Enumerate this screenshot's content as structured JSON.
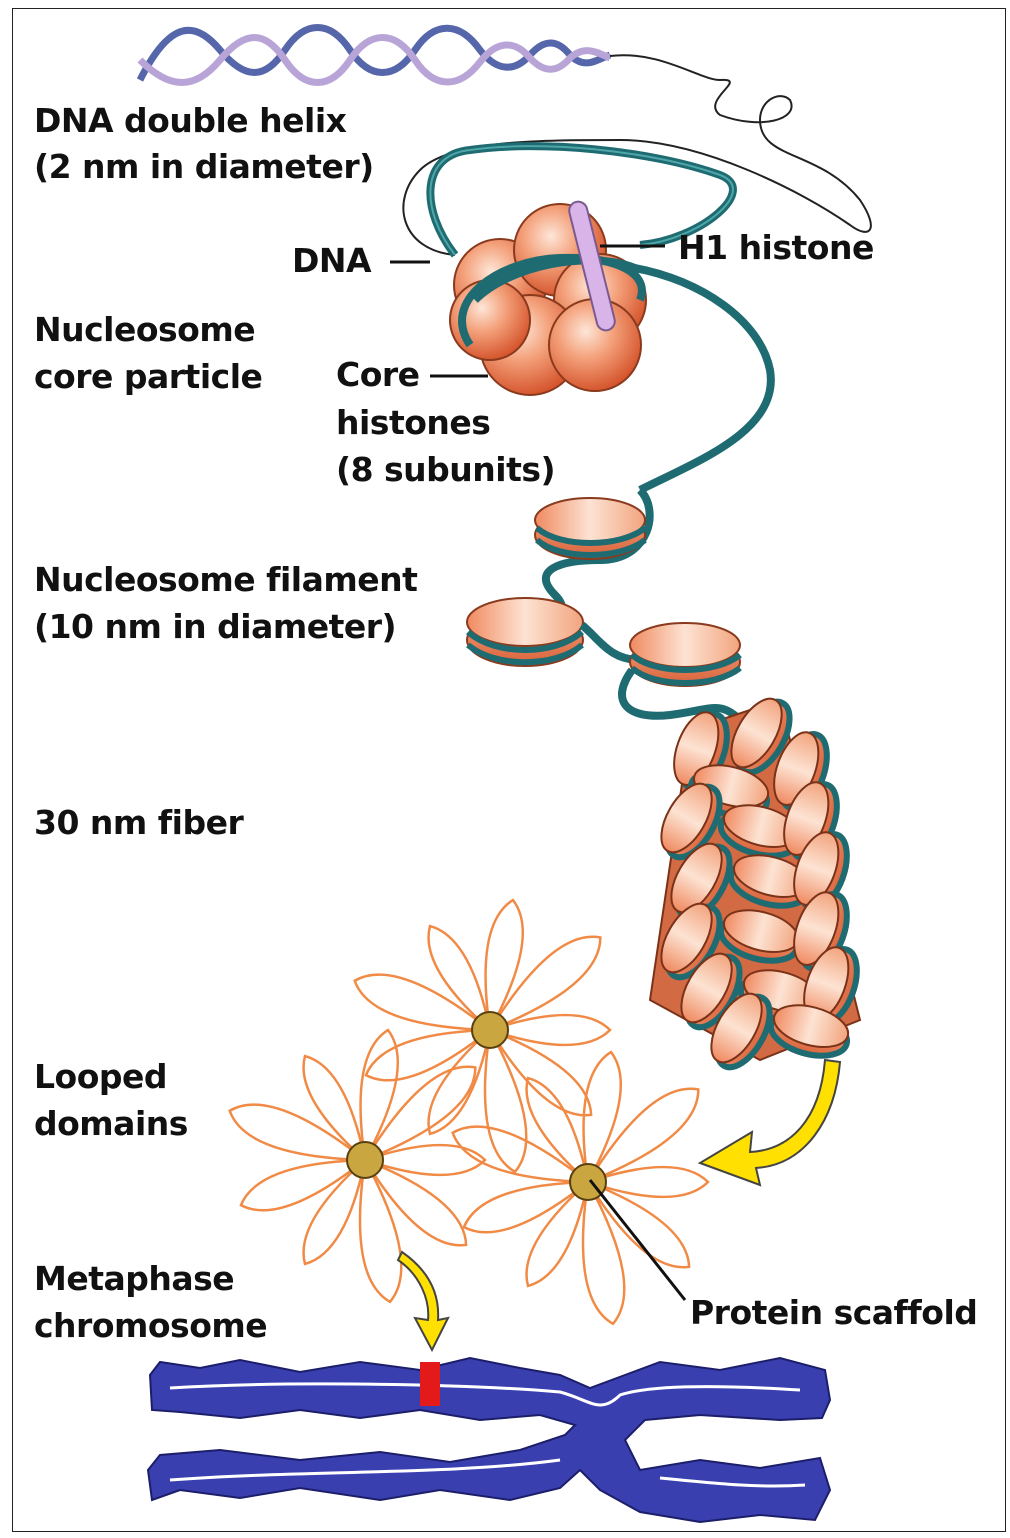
{
  "labels": {
    "dna_helix_line1": "DNA double helix",
    "dna_helix_line2": "(2 nm in diameter)",
    "dna": "DNA",
    "h1_histone": "H1 histone",
    "nucleosome_core_line1": "Nucleosome",
    "nucleosome_core_line2": "core particle",
    "core_histones_line1": "Core",
    "core_histones_line2": "histones",
    "core_histones_line3": "(8 subunits)",
    "filament_line1": "Nucleosome filament",
    "filament_line2": "(10 nm in diameter)",
    "fiber": "30 nm fiber",
    "looped_line1": "Looped",
    "looped_line2": "domains",
    "metaphase_line1": "Metaphase",
    "metaphase_line2": "chromosome",
    "protein_scaffold": "Protein scaffold"
  },
  "colors": {
    "dna_strand": "#1f6b72",
    "histone": "#f3a07a",
    "histone_dark": "#d9623a",
    "h1": "#d8b4e8",
    "loop": "#f08a45",
    "chromosome": "#3a3fb0",
    "band": "#e41a1a",
    "arrow": "#ffe000"
  }
}
